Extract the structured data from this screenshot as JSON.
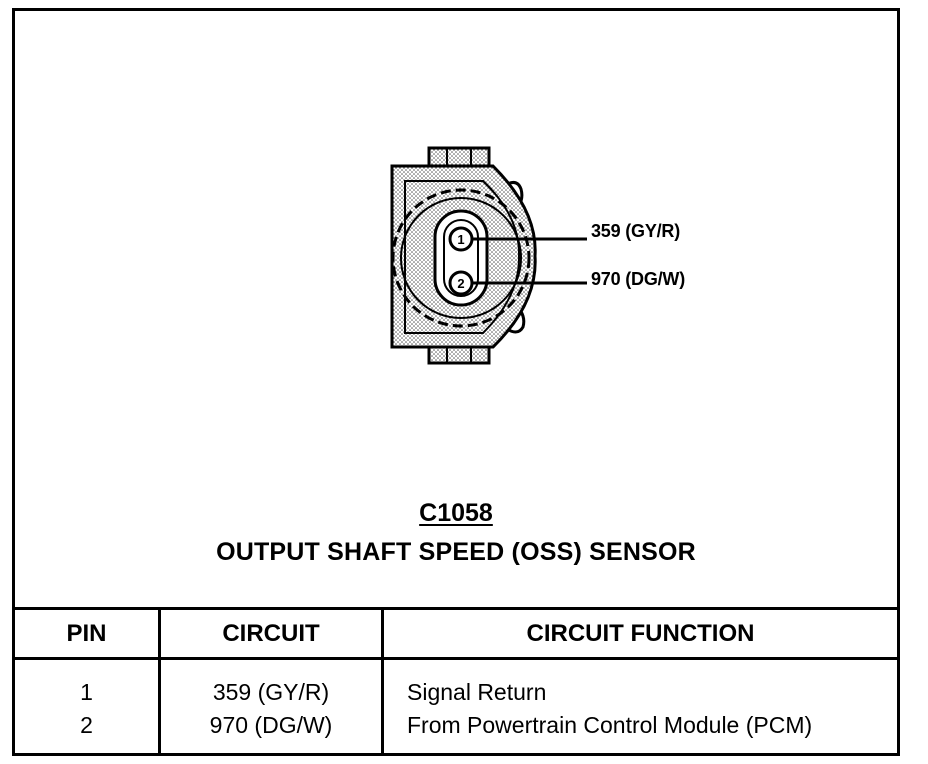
{
  "connector": {
    "id": "C1058",
    "name": "OUTPUT SHAFT SPEED (OSS) SENSOR",
    "pins": [
      {
        "number": "1",
        "wire_label": "359 (GY/R)"
      },
      {
        "number": "2",
        "wire_label": "970 (DG/W)"
      }
    ]
  },
  "table": {
    "headers": {
      "pin": "PIN",
      "circuit": "CIRCUIT",
      "function": "CIRCUIT FUNCTION"
    },
    "rows": [
      {
        "pin": "1",
        "circuit": "359 (GY/R)",
        "function": "Signal Return"
      },
      {
        "pin": "2",
        "circuit": "970 (DG/W)",
        "function": "From Powertrain Control Module (PCM)"
      }
    ]
  }
}
